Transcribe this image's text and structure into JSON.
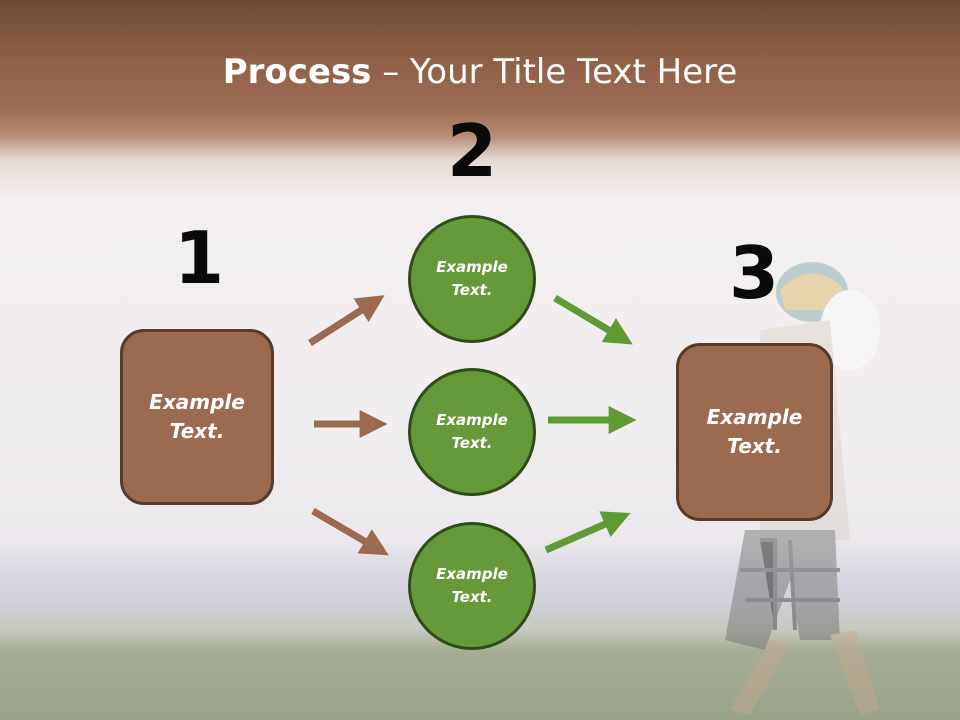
{
  "slide": {
    "title_bold": "Process",
    "title_rest": " – Your Title Text Here"
  },
  "steps": [
    {
      "number": "1"
    },
    {
      "number": "2"
    },
    {
      "number": "3"
    }
  ],
  "boxes": [
    {
      "text": "Example\nText."
    },
    {
      "text": "Example\nText."
    }
  ],
  "circles": [
    {
      "text": "Example\nText."
    },
    {
      "text": "Example\nText."
    },
    {
      "text": "Example\nText."
    }
  ],
  "colors": {
    "box_fill": "#9b6a4f",
    "box_border": "#5a3a28",
    "circle_fill": "#66993a",
    "circle_border": "#2f4d1b",
    "brown_arrow": "#9b6a4f",
    "green_arrow": "#5f9a35",
    "header_band": "#8f5f47"
  }
}
